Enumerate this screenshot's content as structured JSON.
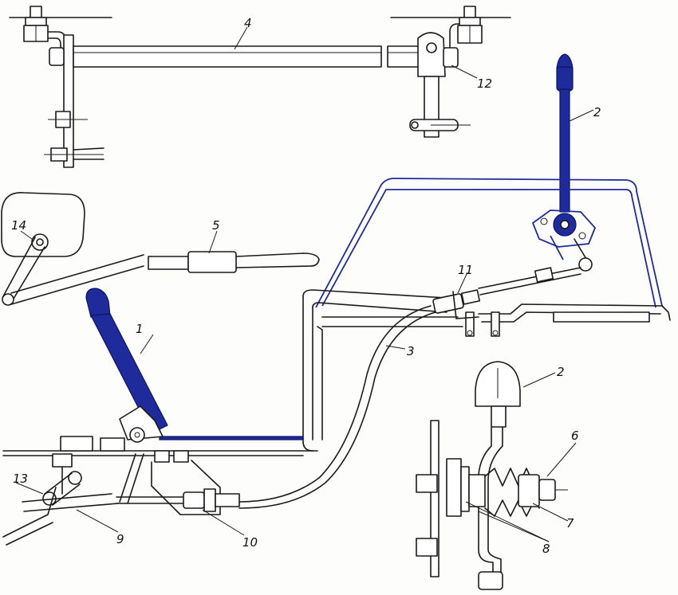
{
  "labels": {
    "l1": "1",
    "l2a": "2",
    "l2b": "2",
    "l3": "3",
    "l4": "4",
    "l5": "5",
    "l6": "6",
    "l7": "7",
    "l8": "8",
    "l9": "9",
    "l10": "10",
    "l11": "11",
    "l12": "12",
    "l13": "13",
    "l14": "14"
  },
  "colors": {
    "linework": "#1a1a1a",
    "handle": "#1f2b9a",
    "background": "#fdfdfb"
  }
}
